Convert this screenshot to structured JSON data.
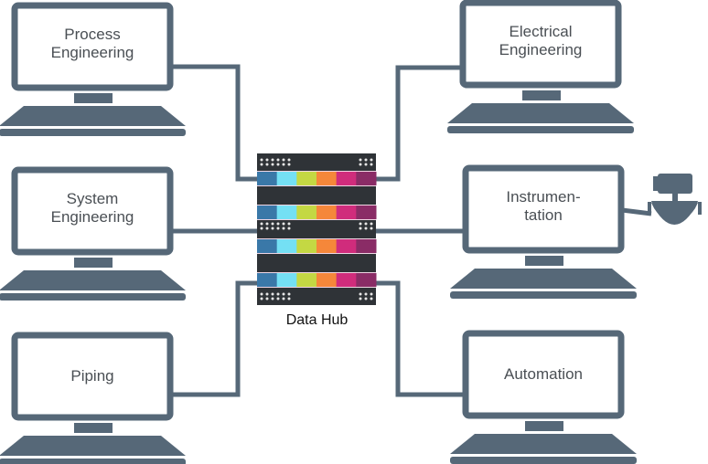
{
  "colors": {
    "device": "#566878",
    "rack": "#2f3337",
    "line": "#566878",
    "strip": [
      "#3a78a8",
      "#74e0f4",
      "#c4d843",
      "#f5873a",
      "#d02c7c",
      "#8a2c66"
    ]
  },
  "hub": {
    "label": "Data Hub",
    "icon": "server-rack-icon"
  },
  "nodes": [
    {
      "id": "process",
      "line1": "Process",
      "line2": "Engineering"
    },
    {
      "id": "system",
      "line1": "System",
      "line2": "Engineering"
    },
    {
      "id": "piping",
      "line1": "Piping",
      "line2": ""
    },
    {
      "id": "electrical",
      "line1": "Electrical",
      "line2": "Engineering"
    },
    {
      "id": "instrumentation",
      "line1": "Instrumen-",
      "line2": "tation"
    },
    {
      "id": "automation",
      "line1": "Automation",
      "line2": ""
    }
  ],
  "device": {
    "icon": "flow-meter-icon"
  }
}
